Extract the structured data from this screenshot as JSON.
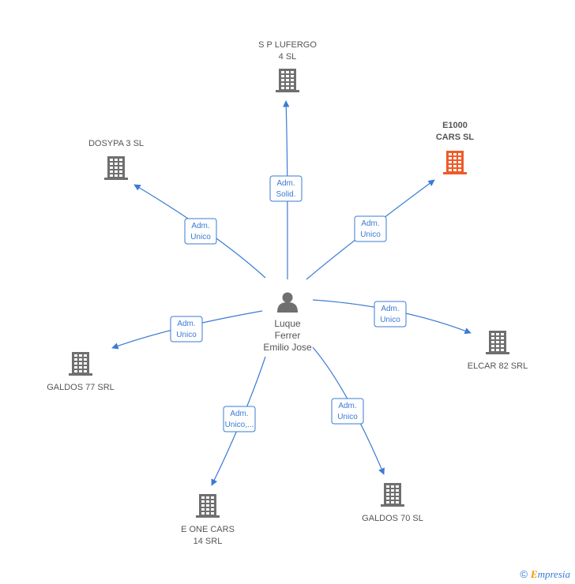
{
  "center": {
    "name_lines": [
      "Luque",
      "Ferrer",
      "Emilio Jose"
    ],
    "icon": "person-icon"
  },
  "companies": [
    {
      "id": "sp-lufergo",
      "lines": [
        "S P LUFERGO",
        "4 SL"
      ],
      "icon": "building-icon",
      "highlight": false,
      "role_lines": [
        "Adm.",
        "Solid."
      ]
    },
    {
      "id": "e1000-cars",
      "lines": [
        "E1000",
        "CARS SL"
      ],
      "icon": "building-icon",
      "highlight": true,
      "role_lines": [
        "Adm.",
        "Unico"
      ]
    },
    {
      "id": "dosypa-3",
      "lines": [
        "DOSYPA 3 SL"
      ],
      "icon": "building-icon",
      "highlight": false,
      "role_lines": [
        "Adm.",
        "Unico"
      ]
    },
    {
      "id": "elcar-82",
      "lines": [
        "ELCAR 82 SRL"
      ],
      "icon": "building-icon",
      "highlight": false,
      "role_lines": [
        "Adm.",
        "Unico"
      ]
    },
    {
      "id": "galdos-77",
      "lines": [
        "GALDOS 77 SRL"
      ],
      "icon": "building-icon",
      "highlight": false,
      "role_lines": [
        "Adm.",
        "Unico"
      ]
    },
    {
      "id": "e-one-cars",
      "lines": [
        "E ONE CARS",
        "14 SRL"
      ],
      "icon": "building-icon",
      "highlight": false,
      "role_lines": [
        "Adm.",
        "Unico,..."
      ]
    },
    {
      "id": "galdos-70",
      "lines": [
        "GALDOS 70 SL"
      ],
      "icon": "building-icon",
      "highlight": false,
      "role_lines": [
        "Adm.",
        "Unico"
      ]
    }
  ],
  "colors": {
    "edge": "#3a7bd5",
    "building": "#6f6f6f",
    "highlight_building": "#f05a28",
    "person": "#6f6f6f",
    "text": "#555555"
  },
  "footer": {
    "copyright_symbol": "©",
    "brand_initial": "E",
    "brand_rest": "mpresia"
  }
}
